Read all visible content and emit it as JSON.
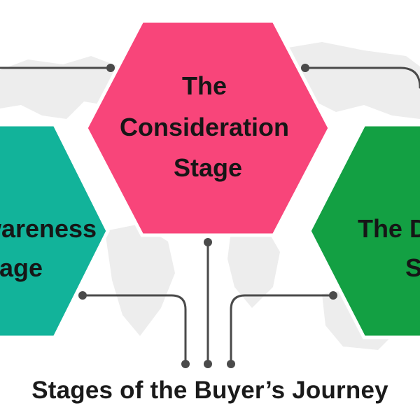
{
  "stages": [
    {
      "id": "awareness",
      "lines": [
        "The Awareness",
        "Stage"
      ],
      "color": "#12b39a"
    },
    {
      "id": "consideration",
      "lines": [
        "The",
        "Consideration",
        "Stage"
      ],
      "color": "#f8457a"
    },
    {
      "id": "decision",
      "lines": [
        "The Decision",
        "Stage"
      ],
      "color": "#13a043"
    }
  ],
  "caption": "Stages of the Buyer’s Journey",
  "colors": {
    "connector": "#4a4a4a",
    "map": "#ececec",
    "hex_border": "#ffffff"
  }
}
